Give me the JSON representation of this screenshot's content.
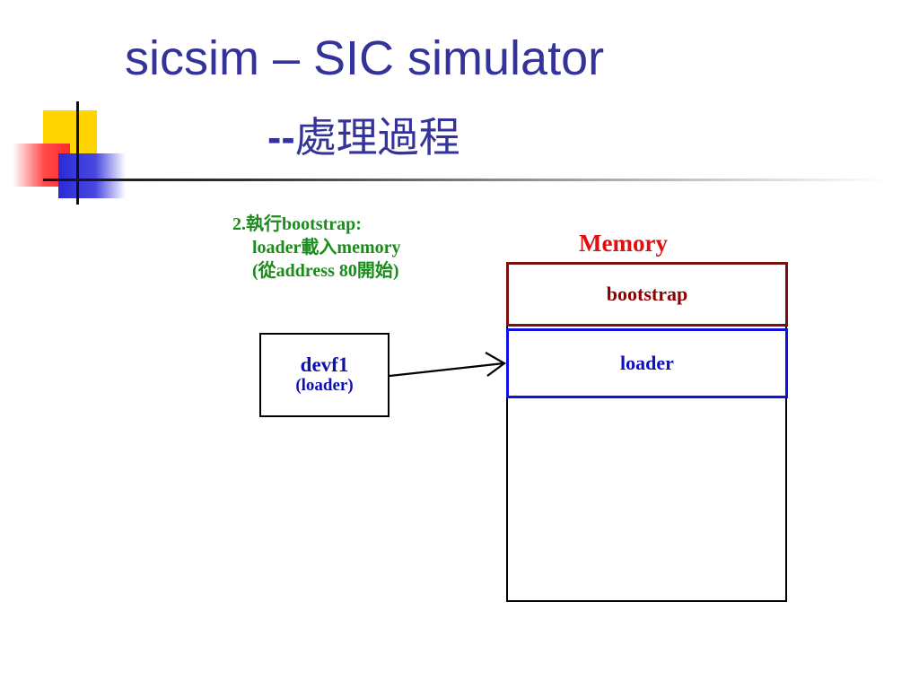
{
  "title": {
    "main": "sicsim – SIC simulator",
    "sub_dashes": "--",
    "sub_text": "處理過程"
  },
  "step": {
    "line1": "2.執行bootstrap:",
    "line2": "loader載入memory",
    "line3": "(從address 80開始)"
  },
  "memory": {
    "label": "Memory",
    "segments": [
      "bootstrap",
      "loader"
    ]
  },
  "device": {
    "name": "devf1",
    "sub": "(loader)"
  },
  "colors": {
    "title": "#333399",
    "step_text": "#1a8c1a",
    "memory_label": "#e01010",
    "bootstrap": "#8b0000",
    "loader": "#1010e0"
  }
}
